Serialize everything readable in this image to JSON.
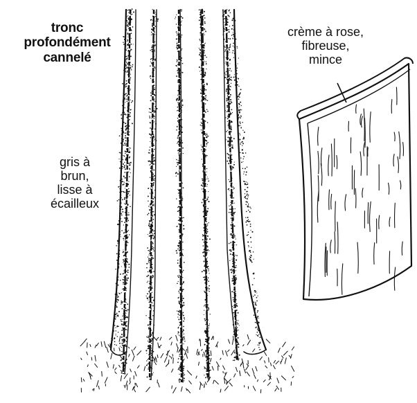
{
  "labels": {
    "trunk": [
      "tronc",
      "profondément",
      "cannelé"
    ],
    "outer_bark": [
      "gris à",
      "brun,",
      "lisse à",
      "écailleux"
    ],
    "inner_bark": [
      "crème à rose,",
      "fibreuse,",
      "mince"
    ]
  },
  "colors": {
    "ink": "#111111",
    "paper": "#ffffff"
  }
}
